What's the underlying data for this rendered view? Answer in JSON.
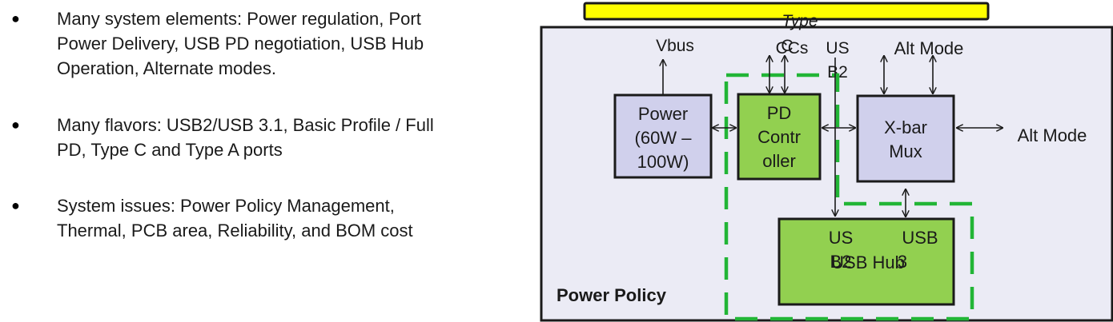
{
  "bullets": [
    "Many system elements: Power regulation, Port\nPower Delivery,  USB PD negotiation,  USB Hub\nOperation, Alternate modes.",
    "Many flavors: USB2/USB 3.1,  Basic Profile / Full\nPD, Type C and Type A ports",
    "System issues:  Power Policy Management,\nThermal, PCB area, Reliability, and BOM cost"
  ],
  "diagram": {
    "type_c_label": [
      "Type",
      "C"
    ],
    "vbus_label": "Vbus",
    "ccs_label": "CCs",
    "usb2_top_label": [
      "US",
      "B2"
    ],
    "alt_mode_top_label": "Alt Mode",
    "power_block": [
      "Power",
      "(60W –",
      "100W)"
    ],
    "pd_controller_block": [
      "PD",
      "Contr",
      "oller"
    ],
    "xbar_mux_block": [
      "X-bar",
      "Mux"
    ],
    "alt_mode_right_label": "Alt Mode",
    "usb_hub_label": "USB Hub",
    "hub_usb2_label": [
      "US",
      "B2"
    ],
    "hub_usb3_label": [
      "USB",
      "3"
    ],
    "power_policy_label": "Power Policy"
  },
  "colors": {
    "type_c_bar": "#ffff00",
    "container_fill": "#ebebf5",
    "block_lavender": "#d0d0ec",
    "block_green": "#92d050",
    "dashed_green": "#22b536",
    "stroke": "#1a1a1a"
  },
  "icons": {
    "bullet": "bullet-dot",
    "arrows": "arrow-icon"
  }
}
